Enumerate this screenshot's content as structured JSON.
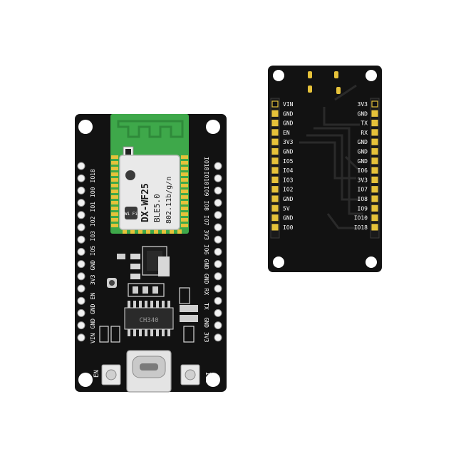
{
  "front_board": {
    "left_pins": [
      "VIN",
      "GND",
      "GND",
      "EN",
      "3V3",
      "GND",
      "IO5",
      "IO3",
      "IO2",
      "IO1",
      "IO0",
      "IO18"
    ],
    "right_pins": [
      "IO18",
      "IO10",
      "IO9",
      "IO8",
      "IO7",
      "3V3",
      "IO6",
      "GND",
      "GND",
      "RX",
      "TX",
      "GND",
      "3V3"
    ],
    "button_left_label": "EN",
    "button_right_label": "IO9",
    "chip_marking": "CH340"
  },
  "module": {
    "model": "DX-WF25",
    "ble": "BLE5.0",
    "wifi_std": "802.11b/g/n",
    "wifi_badge": "Wi Fi"
  },
  "back_board": {
    "left_pins": [
      "VIN",
      "GND",
      "GND",
      "EN",
      "3V3",
      "GND",
      "IO5",
      "IO4",
      "IO3",
      "IO2",
      "GND",
      "5V",
      "GND",
      "IO0"
    ],
    "right_pins": [
      "3V3",
      "GND",
      "TX",
      "RX",
      "GND",
      "GND",
      "GND",
      "IO6",
      "3V3",
      "IO7",
      "IO8",
      "IO9",
      "IO10",
      "IO18"
    ]
  },
  "colors": {
    "pcb": "#121212",
    "module_green": "#3ea84a",
    "pad_gold": "#e6c23a",
    "silkscreen": "#ffffff",
    "shield": "#e9e9e9"
  }
}
